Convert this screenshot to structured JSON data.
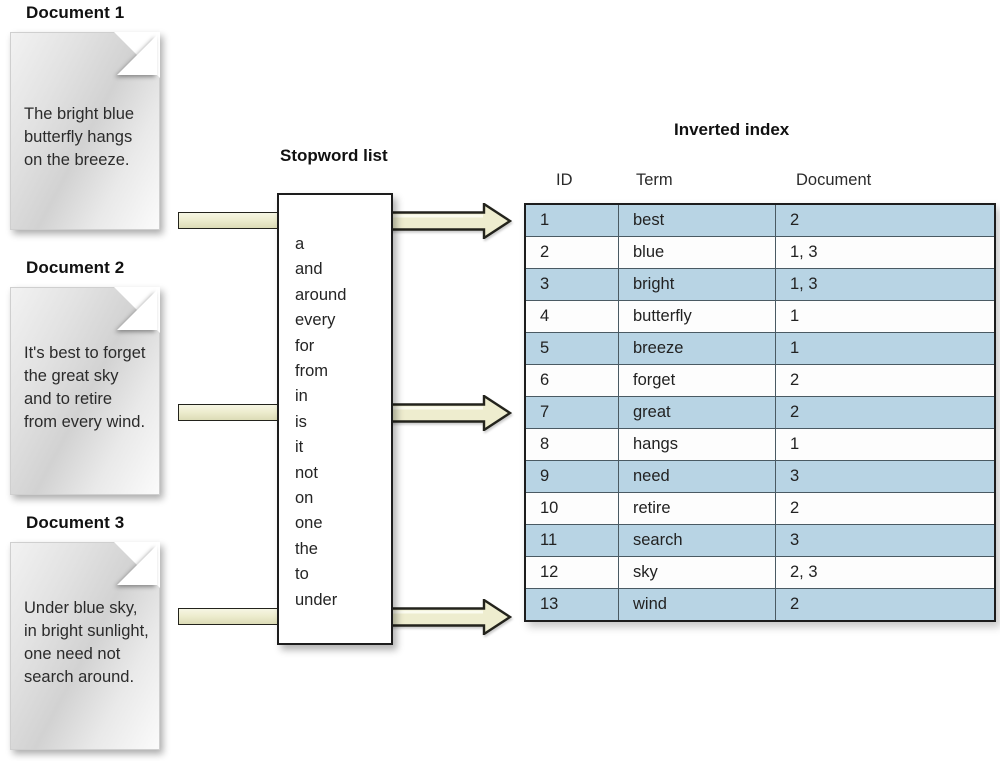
{
  "documents": [
    {
      "title": "Document 1",
      "text": "The bright blue butterfly hangs on the breeze."
    },
    {
      "title": "Document 2",
      "text": "It's best to forget the great sky and to retire from every wind."
    },
    {
      "title": "Document 3",
      "text": "Under blue sky, in bright sunlight, one need not search around."
    }
  ],
  "stopword_panel": {
    "title": "Stopword list",
    "words": [
      "a",
      "and",
      "around",
      "every",
      "for",
      "from",
      "in",
      "is",
      "it",
      "not",
      "on",
      "one",
      "the",
      "to",
      "under"
    ]
  },
  "inverted_index": {
    "title": "Inverted index",
    "columns": [
      "ID",
      "Term",
      "Document"
    ],
    "rows": [
      {
        "id": "1",
        "term": "best",
        "document": "2"
      },
      {
        "id": "2",
        "term": "blue",
        "document": "1, 3"
      },
      {
        "id": "3",
        "term": "bright",
        "document": "1, 3"
      },
      {
        "id": "4",
        "term": "butterfly",
        "document": "1"
      },
      {
        "id": "5",
        "term": "breeze",
        "document": "1"
      },
      {
        "id": "6",
        "term": "forget",
        "document": "2"
      },
      {
        "id": "7",
        "term": "great",
        "document": "2"
      },
      {
        "id": "8",
        "term": "hangs",
        "document": "1"
      },
      {
        "id": "9",
        "term": "need",
        "document": "3"
      },
      {
        "id": "10",
        "term": "retire",
        "document": "2"
      },
      {
        "id": "11",
        "term": "search",
        "document": "3"
      },
      {
        "id": "12",
        "term": "sky",
        "document": "2, 3"
      },
      {
        "id": "13",
        "term": "wind",
        "document": "2"
      }
    ]
  },
  "flow": {
    "arrows": [
      {
        "name": "arrow-doc1-to-stopwords"
      },
      {
        "name": "arrow-doc2-to-stopwords"
      },
      {
        "name": "arrow-doc3-to-stopwords"
      },
      {
        "name": "arrow-stopwords-to-index-1"
      },
      {
        "name": "arrow-stopwords-to-index-2"
      },
      {
        "name": "arrow-stopwords-to-index-3"
      }
    ]
  },
  "colors": {
    "row_highlight": "#b8d4e4",
    "row_plain": "#fdfdfd",
    "arrow_fill": "#eeedcf",
    "arrow_stroke": "#23231c",
    "border": "#1d1d1d",
    "background": "#ffffff"
  }
}
